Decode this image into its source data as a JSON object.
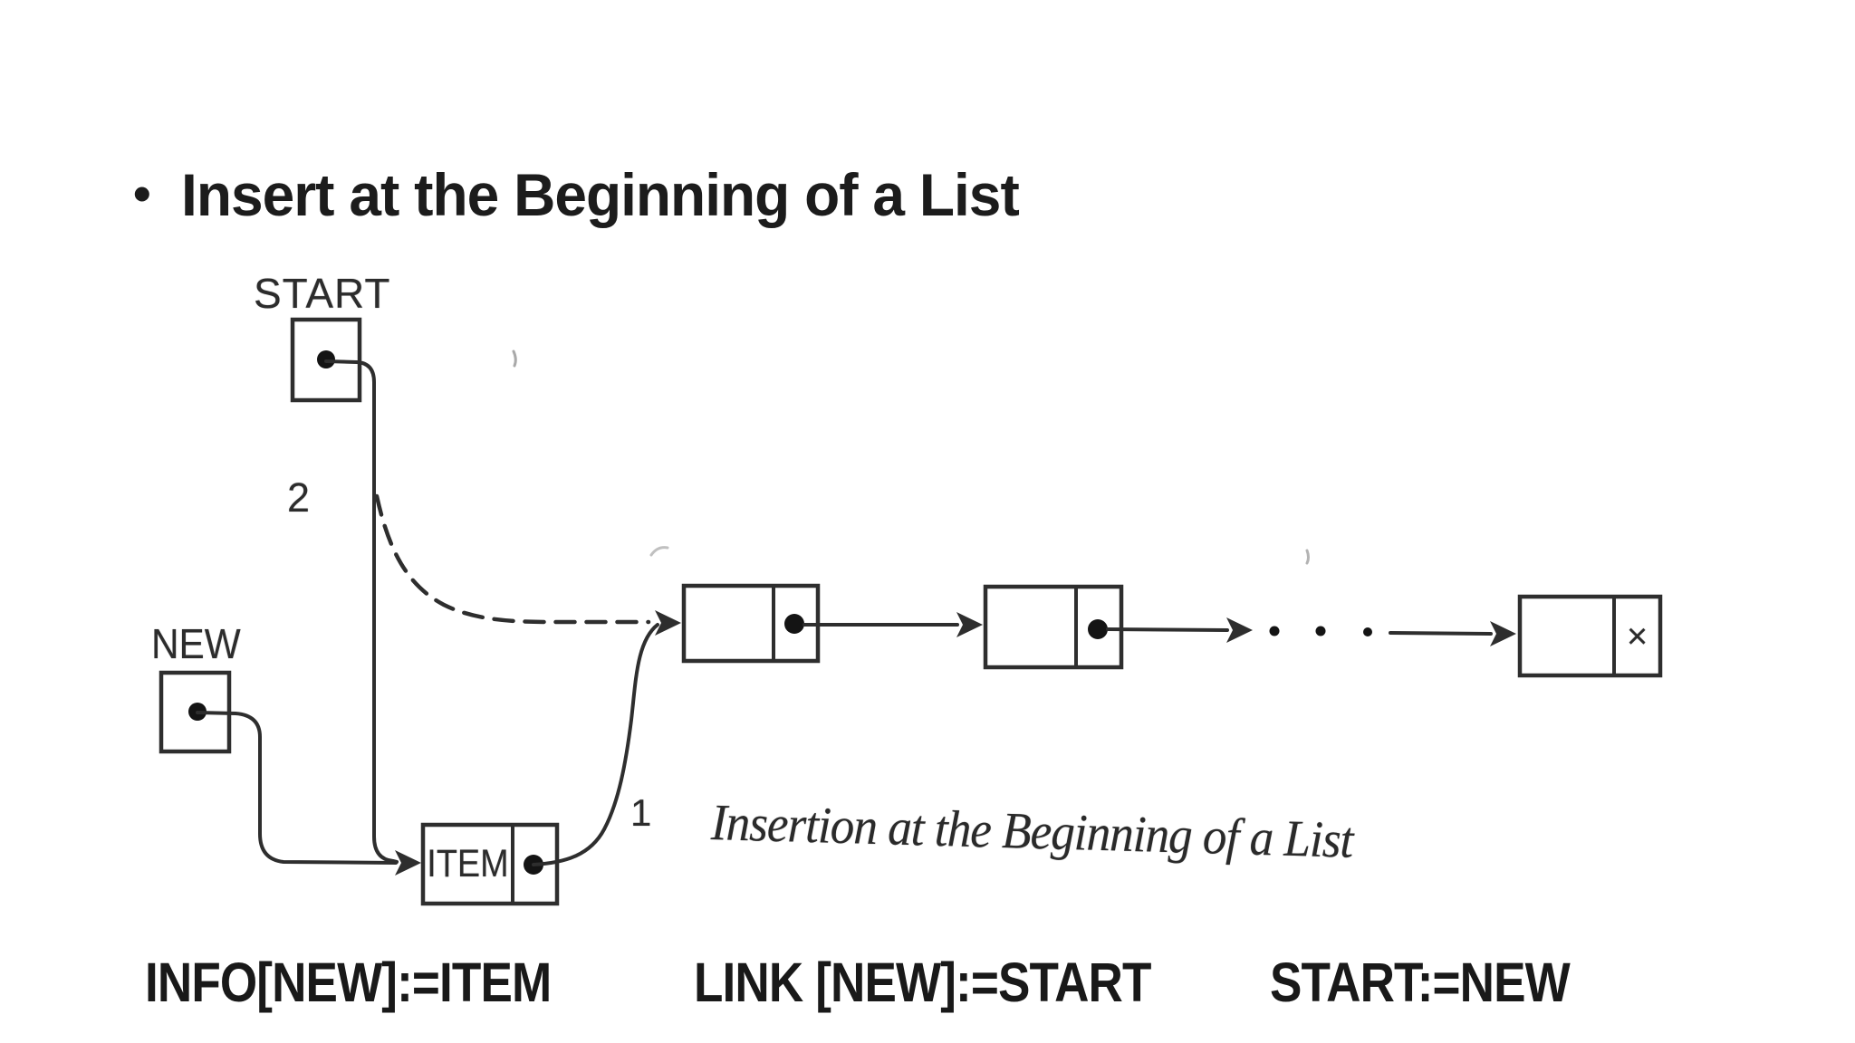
{
  "slide": {
    "bullet_glyph": "•",
    "title": "Insert at the Beginning of a List"
  },
  "diagram": {
    "start_pointer_label": "START",
    "new_pointer_label": "NEW",
    "item_cell_text": "ITEM",
    "step_1_label": "1",
    "step_2_label": "2",
    "null_marker": "×",
    "ellipsis_dot_count": 3,
    "caption": "Insertion at the Beginning of a List",
    "structure": {
      "pointer_boxes": [
        "START",
        "NEW"
      ],
      "new_node_info_cell": "ITEM",
      "list_node_count_drawn": 3,
      "last_node_link_cell": "×",
      "old_start_link_style": "dashed"
    }
  },
  "formulas": [
    "INFO[NEW]:=ITEM",
    "LINK [NEW]:=START",
    "START:=NEW"
  ],
  "colors": {
    "ink": "#2e2e2e",
    "text": "#1c1c1c",
    "background": "#ffffff"
  }
}
